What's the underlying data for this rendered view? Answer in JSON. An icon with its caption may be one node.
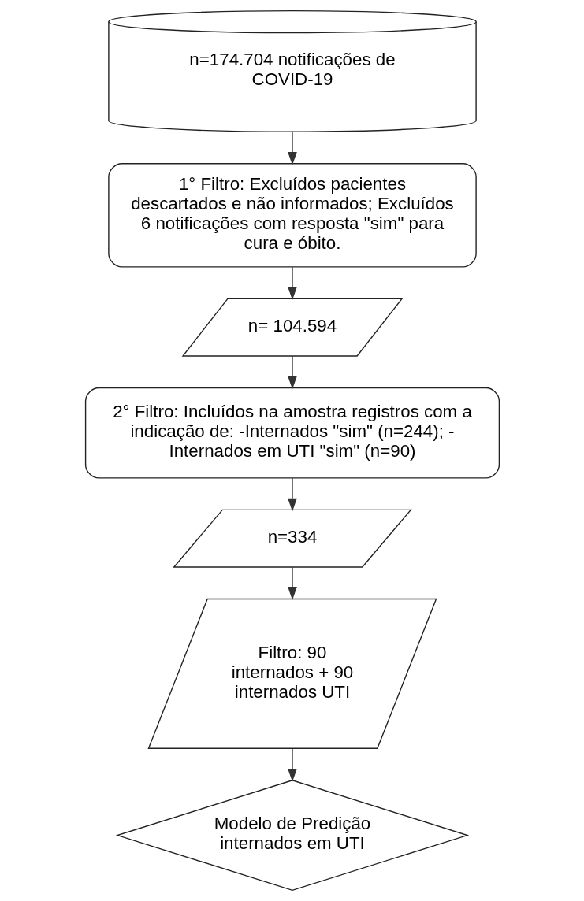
{
  "diagram": {
    "nodes": [
      {
        "text": [
          "n=174.704 notificações de COVID-19"
        ]
      },
      {
        "text": [
          "1° Filtro: Excluídos pacientes descartados e não informados; Excluídos 6 notificações com resposta \"sim\" para cura e óbito."
        ]
      },
      {
        "text": [
          "n= 104.594"
        ]
      },
      {
        "text": [
          "2° Filtro: Incluídos na amostra registros com a indicação de: -Internados \"sim\" (n=244); - Internados em UTI \"sim\" (n=90)"
        ]
      },
      {
        "text": [
          "n=334"
        ]
      },
      {
        "text": [
          "Filtro: 90 internados + 90 internados UTI"
        ]
      },
      {
        "text": [
          "Modelo de Predição internados em UTI"
        ]
      }
    ],
    "edges": [
      {
        "from": 0,
        "to": 1,
        "arrow": "to"
      },
      {
        "from": 1,
        "to": 2,
        "arrow": "to"
      },
      {
        "from": 2,
        "to": 3,
        "arrow": "to"
      },
      {
        "from": 3,
        "to": 4,
        "arrow": "to"
      },
      {
        "from": 4,
        "to": 5,
        "arrow": "to"
      },
      {
        "from": 5,
        "to": 6,
        "arrow": "to"
      }
    ]
  }
}
